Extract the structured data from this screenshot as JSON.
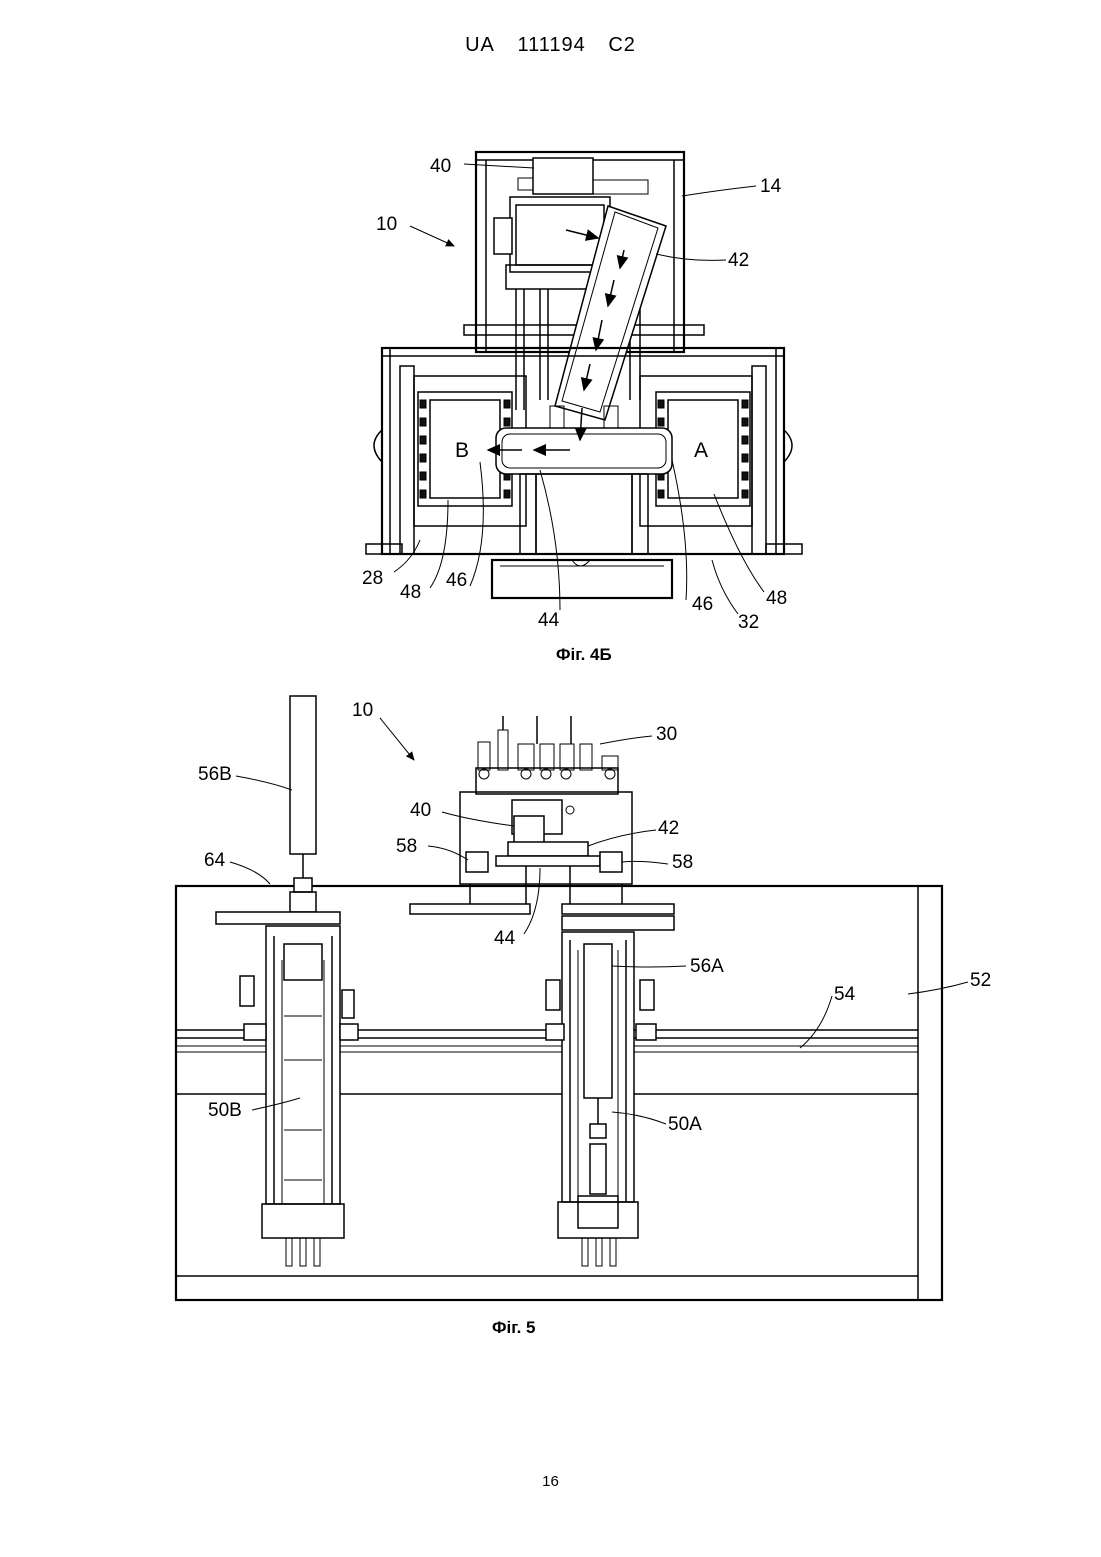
{
  "header": {
    "country": "UA",
    "number": "111194",
    "kind": "C2"
  },
  "figure_4b": {
    "caption": "Фіг. 4Б",
    "labels": {
      "l10": "10",
      "l14": "14",
      "l40": "40",
      "l42": "42",
      "l28": "28",
      "l48a": "48",
      "l46a": "46",
      "l44": "44",
      "l46b": "46",
      "l32": "32",
      "l48b": "48",
      "zone_b": "B",
      "zone_a": "A"
    }
  },
  "figure_5": {
    "caption": "Фіг. 5",
    "labels": {
      "l10": "10",
      "l30": "30",
      "l56b": "56B",
      "l40": "40",
      "l42": "42",
      "l58a": "58",
      "l58b": "58",
      "l64": "64",
      "l44": "44",
      "l56a": "56A",
      "l52": "52",
      "l54": "54",
      "l50b": "50B",
      "l50a": "50A"
    }
  },
  "page_number": "16"
}
